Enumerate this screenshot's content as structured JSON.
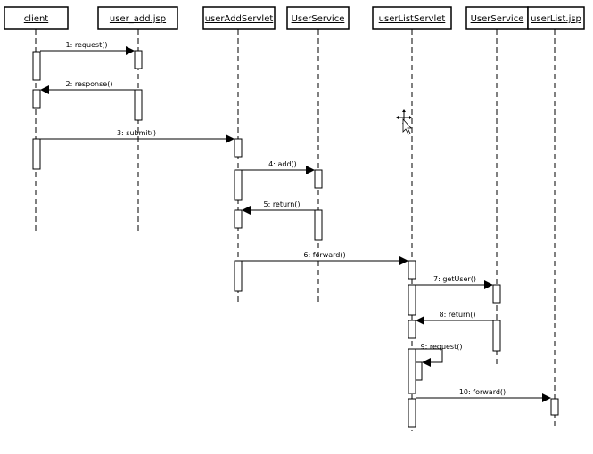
{
  "diagram": {
    "type": "sequence",
    "participants": [
      {
        "id": "client",
        "label": "client"
      },
      {
        "id": "user_add_jsp",
        "label": "user_add.jsp"
      },
      {
        "id": "userAddServlet",
        "label": "userAddServlet"
      },
      {
        "id": "userService1",
        "label": "UserService"
      },
      {
        "id": "userListServlet",
        "label": "userListServlet"
      },
      {
        "id": "userService2",
        "label": "UserService"
      },
      {
        "id": "userList_jsp",
        "label": "userList.jsp"
      }
    ],
    "messages": [
      {
        "label": "1: request()",
        "from": "client",
        "to": "user_add_jsp"
      },
      {
        "label": "2: response()",
        "from": "user_add_jsp",
        "to": "client"
      },
      {
        "label": "3: submit()",
        "from": "client",
        "to": "userAddServlet"
      },
      {
        "label": "4: add()",
        "from": "userAddServlet",
        "to": "userService1"
      },
      {
        "label": "5: return()",
        "from": "userService1",
        "to": "userAddServlet"
      },
      {
        "label": "6: forward()",
        "from": "userAddServlet",
        "to": "userListServlet"
      },
      {
        "label": "7: getUser()",
        "from": "userListServlet",
        "to": "userService2"
      },
      {
        "label": "8: return()",
        "from": "userService2",
        "to": "userListServlet"
      },
      {
        "label": "9: request()",
        "from": "userListServlet",
        "to": "userListServlet"
      },
      {
        "label": "10: forward()",
        "from": "userListServlet",
        "to": "userList_jsp"
      }
    ]
  },
  "cursor": {
    "icon": "move-cursor-icon"
  }
}
